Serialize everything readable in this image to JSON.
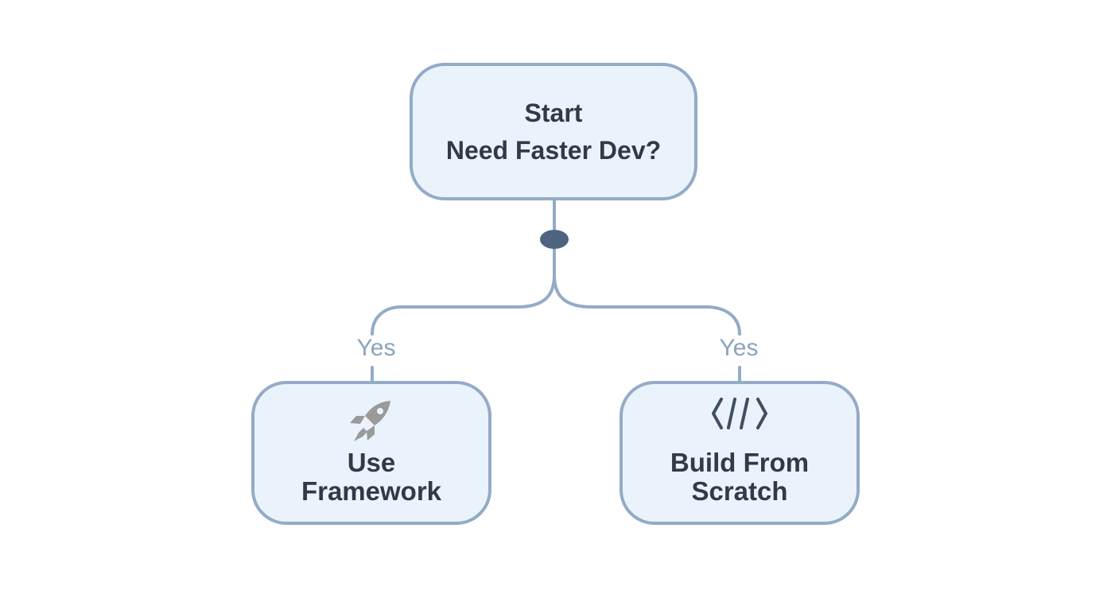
{
  "diagram": {
    "start_node": {
      "lines": [
        "Start",
        "Need Faster Dev?"
      ]
    },
    "branches": [
      {
        "edge_label": "Yes",
        "icon": "rocket-icon",
        "lines": [
          "Use",
          "Framework"
        ]
      },
      {
        "edge_label": "Yes",
        "icon": "code-icon",
        "lines": [
          "Build From",
          "Scratch"
        ]
      }
    ],
    "colors": {
      "node_fill": "#eaf3fb",
      "node_border": "#93abc6",
      "connector": "#93abc6",
      "junction_dot": "#4e6480",
      "text": "#2f3b46",
      "edge_label": "#8aa4c0",
      "icon": "#9a9a9a"
    }
  }
}
